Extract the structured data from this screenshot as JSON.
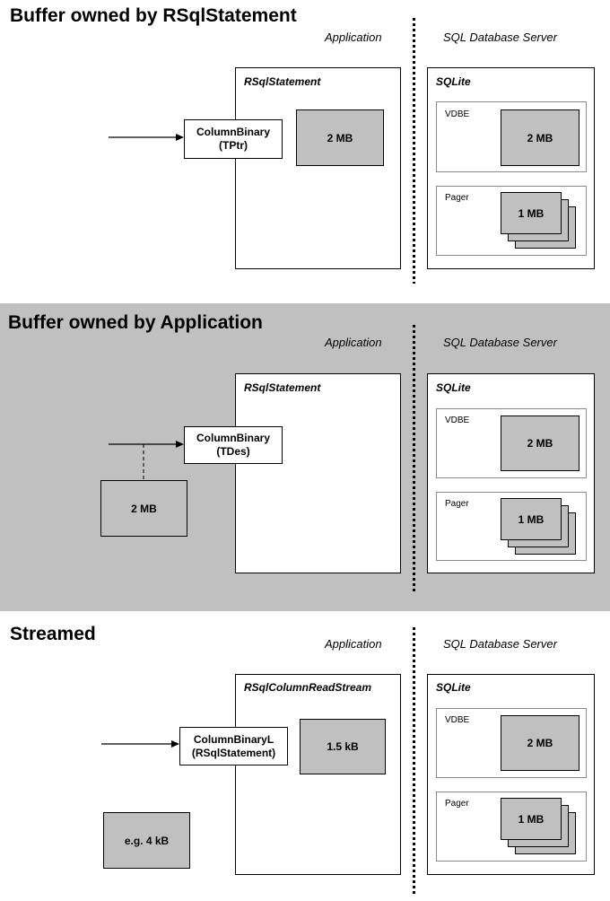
{
  "labels": {
    "application": "Application",
    "server": "SQL Database Server",
    "sqlite": "SQLite",
    "vdbe": "VDBE",
    "pager": "Pager"
  },
  "sections": [
    {
      "title": "Buffer owned by RSqlStatement",
      "client_class": "RSqlStatement",
      "call_line1": "ColumnBinary",
      "call_line2": "(TPtr)",
      "client_buffer": "2 MB",
      "vdbe_buffer": "2 MB",
      "pager_pages": "1 MB"
    },
    {
      "title": "Buffer owned by Application",
      "client_class": "RSqlStatement",
      "call_line1": "ColumnBinary",
      "call_line2": "(TDes)",
      "app_buffer": "2 MB",
      "vdbe_buffer": "2 MB",
      "pager_pages": "1 MB"
    },
    {
      "title": "Streamed",
      "client_class": "RSqlColumnReadStream",
      "call_line1": "ColumnBinaryL",
      "call_line2": "(RSqlStatement)",
      "client_buffer": "1.5 kB",
      "app_buffer": "e.g. 4 kB",
      "vdbe_buffer": "2 MB",
      "pager_pages": "1 MB"
    }
  ],
  "colors": {
    "gray_panel": "#c0c0c0",
    "memory_block": "#c0c0c0",
    "line": "#000000"
  }
}
